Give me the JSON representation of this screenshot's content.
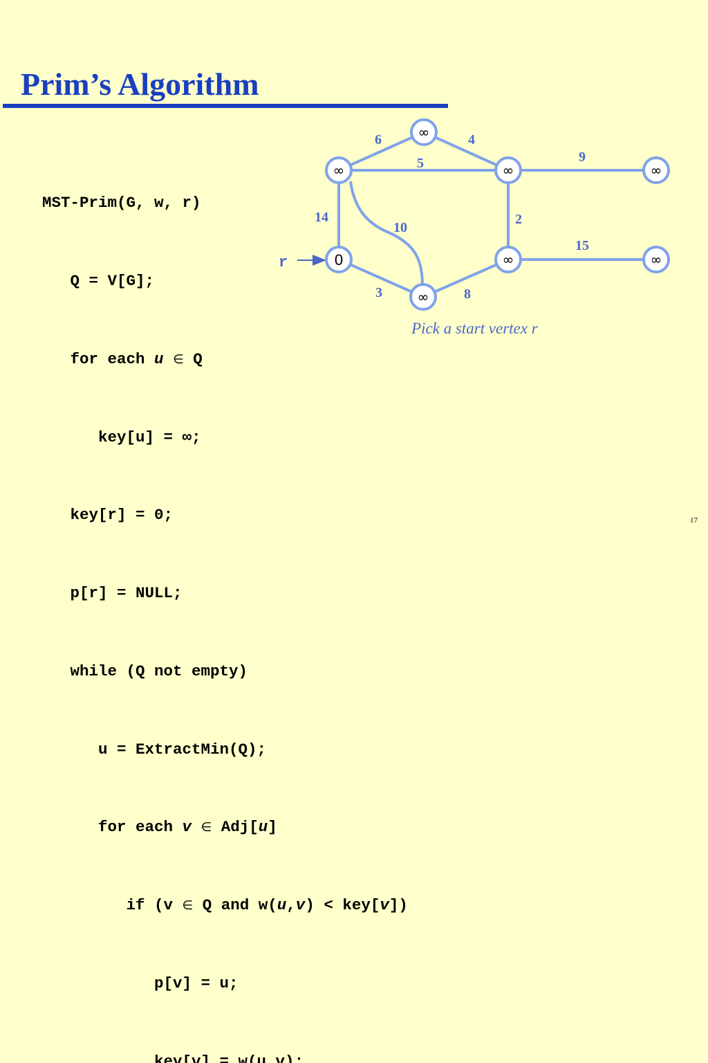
{
  "slide": {
    "title": "Prim’s Algorithm",
    "page_number": "17",
    "caption": "Pick a start vertex r"
  },
  "code": {
    "l1": "MST-Prim(G, w, r)",
    "l2": "Q = V[G];",
    "l3_a": "for each ",
    "l3_var": "u",
    "l3_sym": "∈",
    "l3_b": " Q",
    "l4": "key[u] = ∞;",
    "l5": "key[r] = 0;",
    "l6": "p[r] = NULL;",
    "l7": "while (Q not empty)",
    "l8": "u = ExtractMin(Q);",
    "l9_a": "for each ",
    "l9_var": "v",
    "l9_sym": "∈",
    "l9_b": " Adj[",
    "l9_var2": "u",
    "l9_c": "]",
    "l10_a": "if (v ",
    "l10_sym": "∈",
    "l10_b": " Q and w(",
    "l10_var1": "u",
    "l10_c": ",",
    "l10_var2": "v",
    "l10_d": ") < key[",
    "l10_var3": "v",
    "l10_e": "])",
    "l11": "p[v] = u;",
    "l12": "key[v] = w(u,v);"
  },
  "graph": {
    "start_label": "r",
    "nodes": [
      {
        "id": "top",
        "key": "∞"
      },
      {
        "id": "left-upper",
        "key": "∞"
      },
      {
        "id": "mid-upper",
        "key": "∞"
      },
      {
        "id": "right-upper",
        "key": "∞"
      },
      {
        "id": "start",
        "key": "0"
      },
      {
        "id": "bottom",
        "key": "∞"
      },
      {
        "id": "mid-lower",
        "key": "∞"
      },
      {
        "id": "right-lower",
        "key": "∞"
      }
    ],
    "edges": [
      {
        "from": "left-upper",
        "to": "top",
        "weight": "6"
      },
      {
        "from": "top",
        "to": "mid-upper",
        "weight": "4"
      },
      {
        "from": "left-upper",
        "to": "mid-upper",
        "weight": "5"
      },
      {
        "from": "mid-upper",
        "to": "right-upper",
        "weight": "9"
      },
      {
        "from": "left-upper",
        "to": "start",
        "weight": "14"
      },
      {
        "from": "left-upper",
        "to": "bottom",
        "weight": "10"
      },
      {
        "from": "mid-upper",
        "to": "mid-lower",
        "weight": "2"
      },
      {
        "from": "mid-lower",
        "to": "right-lower",
        "weight": "15"
      },
      {
        "from": "start",
        "to": "bottom",
        "weight": "3"
      },
      {
        "from": "bottom",
        "to": "mid-lower",
        "weight": "8"
      }
    ]
  },
  "colors": {
    "background": "#FFFFCC",
    "title": "#1A3FBF",
    "edge": "#7FA3E8",
    "label": "#4A67C9"
  }
}
